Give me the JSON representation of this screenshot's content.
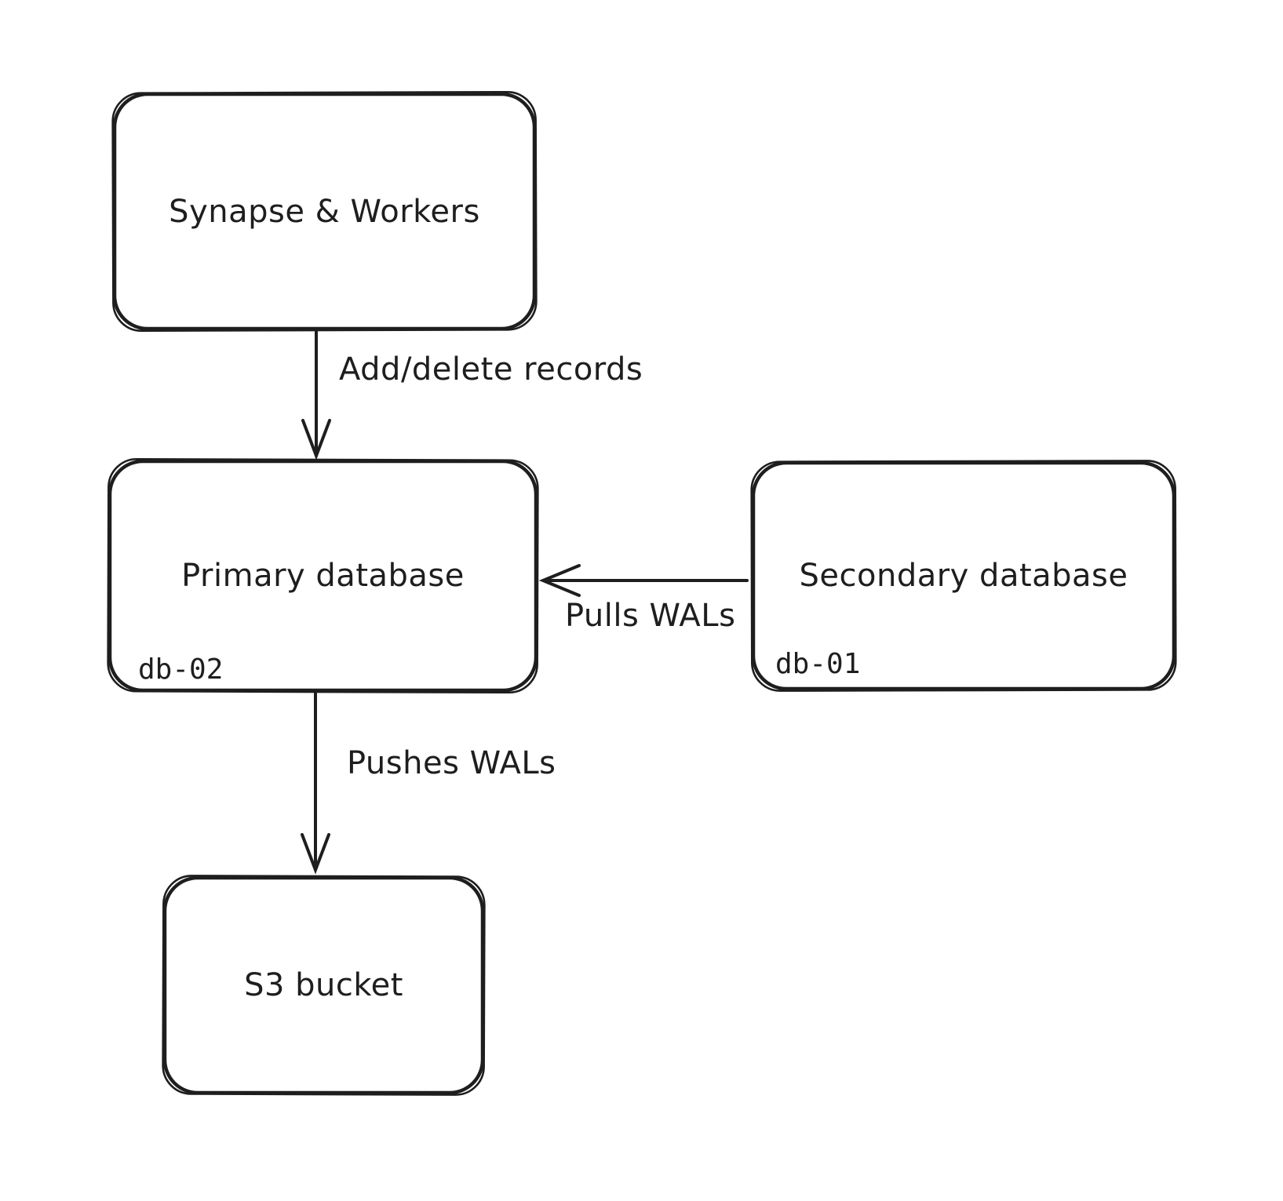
{
  "diagram": {
    "style": "hand-drawn whiteboard sketch",
    "colors": {
      "stroke": "#1e1e1e",
      "background": "#ffffff",
      "node_fill": "#ffffff"
    },
    "nodes": [
      {
        "id": "synapse-workers",
        "label": "Synapse & Workers"
      },
      {
        "id": "primary-database",
        "label": "Primary database",
        "sub_label": "db-02"
      },
      {
        "id": "secondary-database",
        "label": "Secondary database",
        "sub_label": "db-01"
      },
      {
        "id": "s3-bucket",
        "label": "S3 bucket"
      }
    ],
    "edges": [
      {
        "id": "add-delete-records",
        "from": "synapse-workers",
        "to": "primary-database",
        "label": "Add/delete records",
        "direction": "down"
      },
      {
        "id": "pulls-wals",
        "from": "secondary-database",
        "to": "primary-database",
        "label": "Pulls WALs",
        "direction": "left"
      },
      {
        "id": "pushes-wals",
        "from": "primary-database",
        "to": "s3-bucket",
        "label": "Pushes WALs",
        "direction": "down"
      }
    ]
  }
}
